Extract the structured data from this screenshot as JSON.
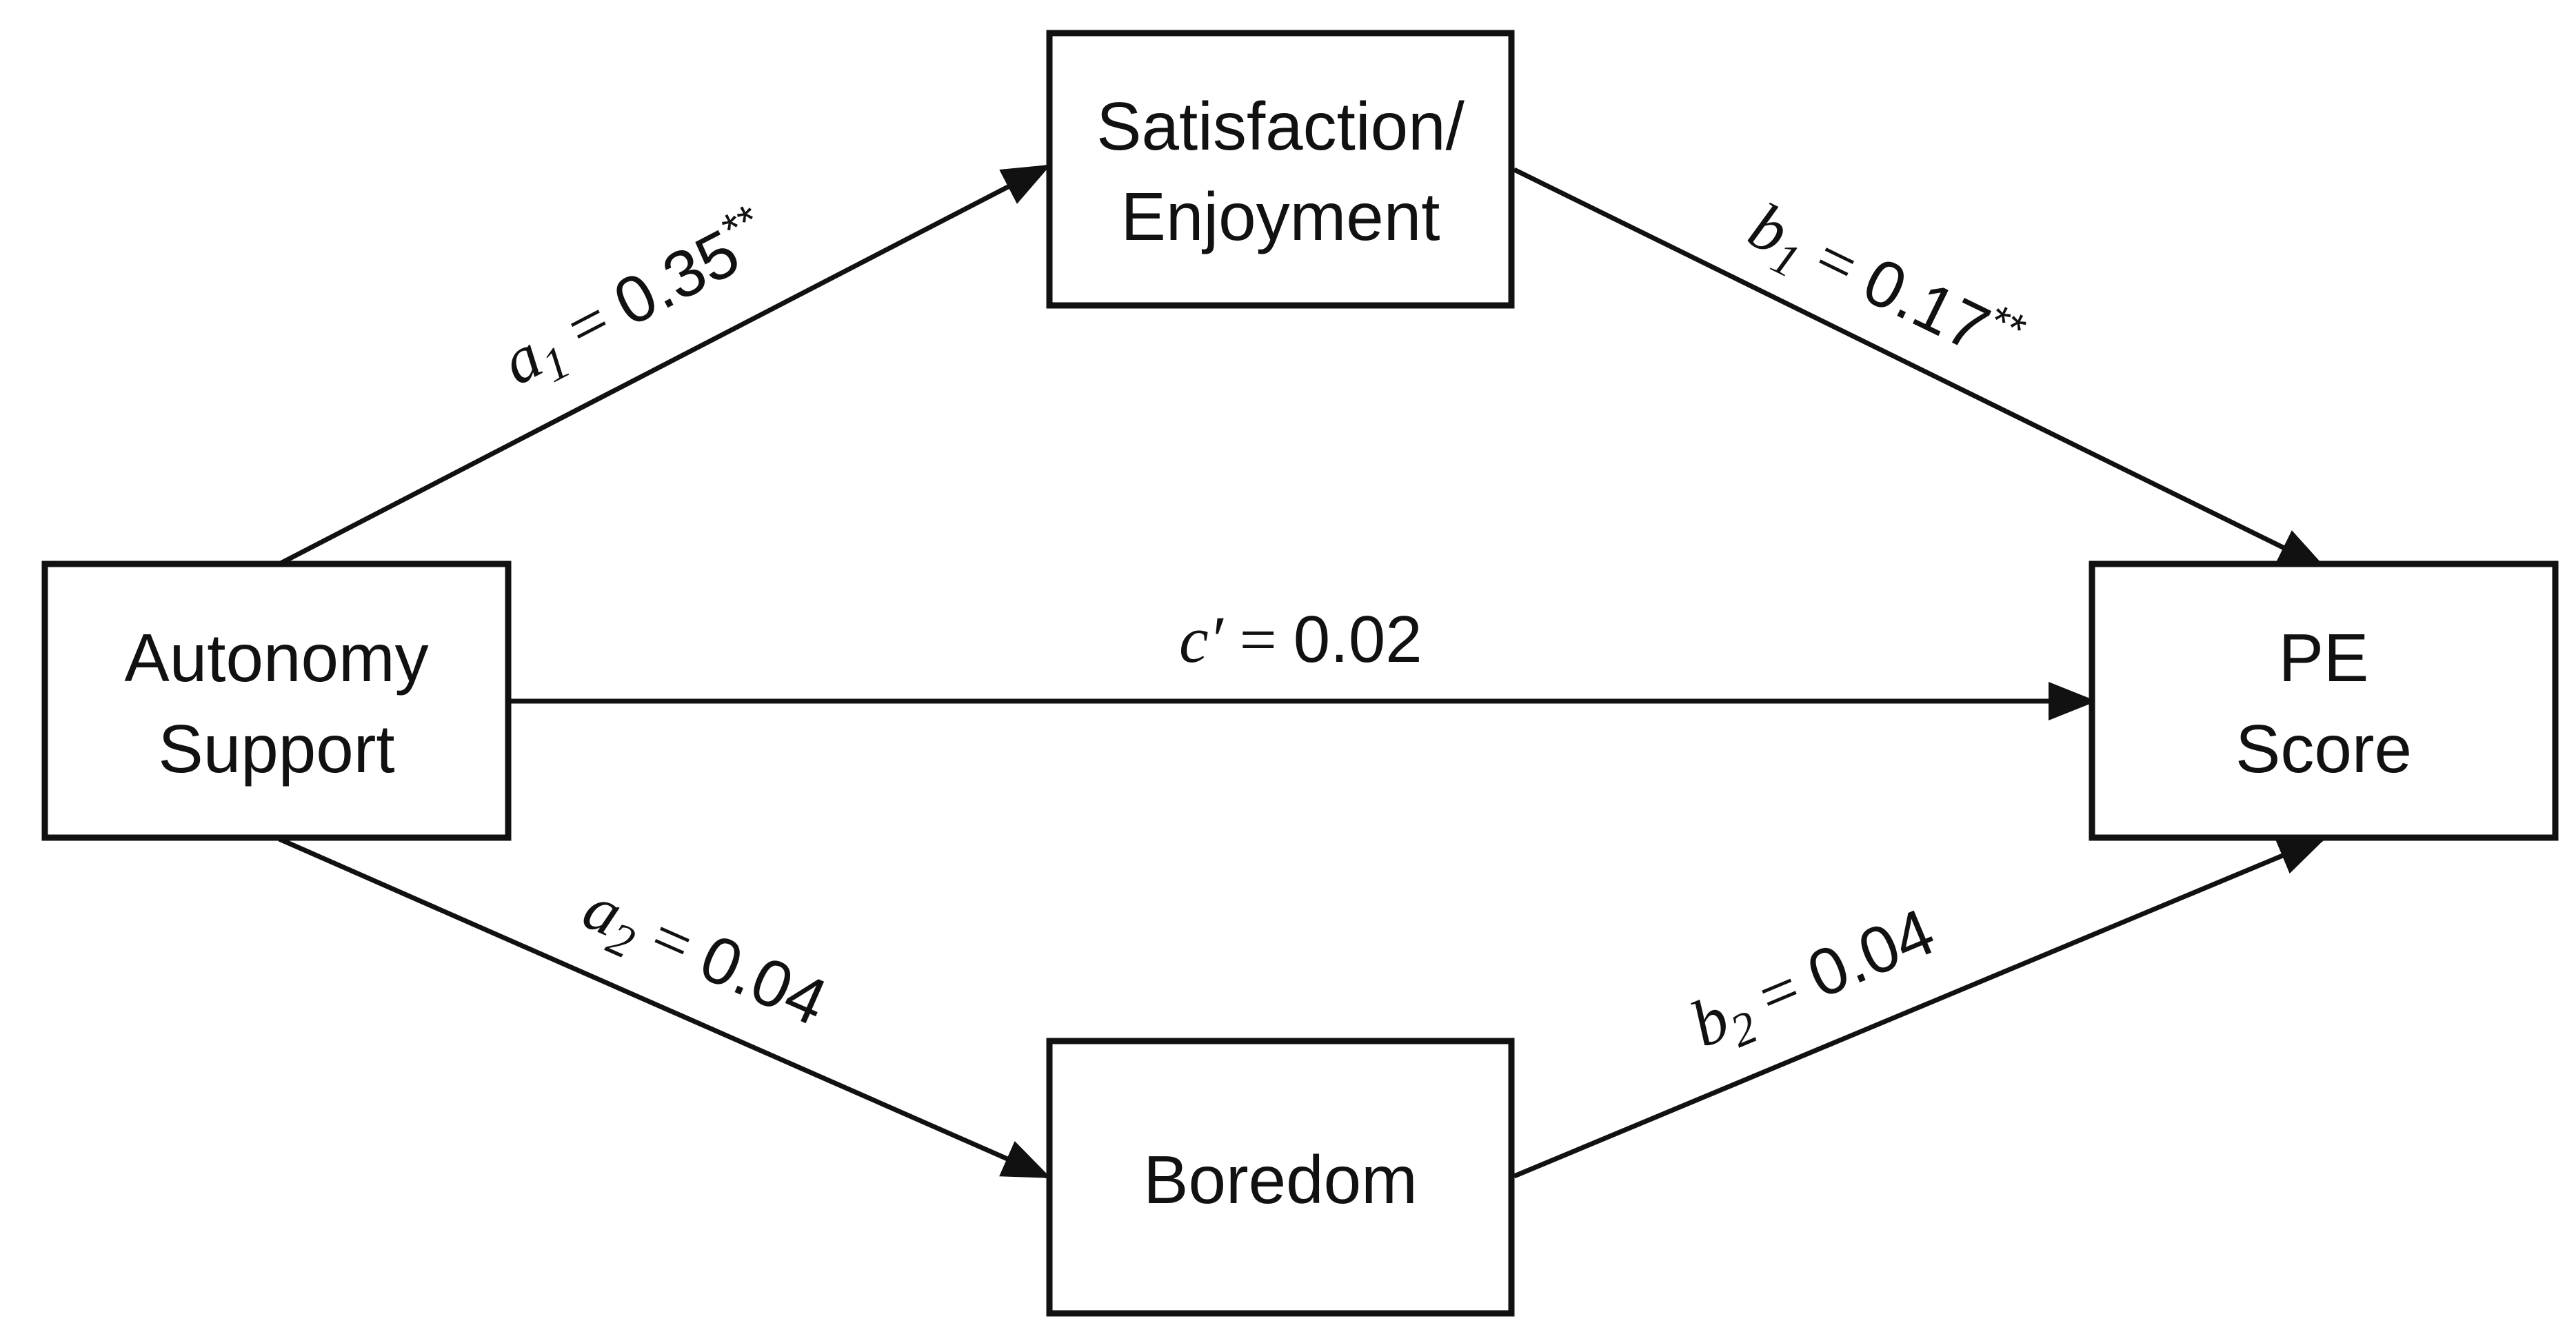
{
  "nodes": {
    "autonomy": {
      "line1": "Autonomy",
      "line2": "Support"
    },
    "satisfaction": {
      "line1": "Satisfaction/",
      "line2": "Enjoyment"
    },
    "boredom": {
      "line1": "Boredom"
    },
    "pe": {
      "line1": "PE",
      "line2": "Score"
    }
  },
  "paths": {
    "a1": {
      "symbol": "a",
      "sub": "1",
      "eq": " = ",
      "value": "0.35",
      "sig": "**"
    },
    "b1": {
      "symbol": "b",
      "sub": "1",
      "eq": " = ",
      "value": "0.17",
      "sig": "**"
    },
    "c": {
      "symbol": "c",
      "prime": "′",
      "eq": " = ",
      "value": "0.02"
    },
    "a2": {
      "symbol": "a",
      "sub": "2",
      "eq": " = ",
      "value": "0.04"
    },
    "b2": {
      "symbol": "b",
      "sub": "2",
      "eq": " = ",
      "value": "0.04"
    }
  },
  "colors": {
    "stroke": "#111111",
    "background": "#ffffff"
  }
}
